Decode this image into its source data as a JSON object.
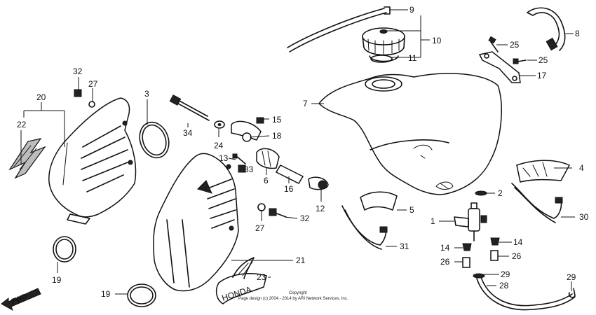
{
  "diagram": {
    "labels": {
      "n1": "1",
      "n2": "2",
      "n3": "3",
      "n4": "4",
      "n5": "5",
      "n6": "6",
      "n7": "7",
      "n8": "8",
      "n9": "9",
      "n10": "10",
      "n11": "11",
      "n12": "12",
      "n13": "13",
      "n14a": "14",
      "n14b": "14",
      "n15": "15",
      "n16": "16",
      "n17": "17",
      "n18": "18",
      "n19a": "19",
      "n19b": "19",
      "n20": "20",
      "n21": "21",
      "n22": "22",
      "n23": "23",
      "n24": "24",
      "n25a": "25",
      "n25b": "25",
      "n26a": "26",
      "n26b": "26",
      "n27a": "27",
      "n27b": "27",
      "n28": "28",
      "n29a": "29",
      "n29b": "29",
      "n30": "30",
      "n31": "31",
      "n32a": "32",
      "n32b": "32",
      "n33": "33",
      "n34": "34"
    },
    "copyright_line1": "Copyright",
    "copyright_line2": "Page design (c) 2004 - 2014 by ARI Network Services, Inc.",
    "direction_label": "FWD",
    "emblem_text": "HONDA"
  }
}
